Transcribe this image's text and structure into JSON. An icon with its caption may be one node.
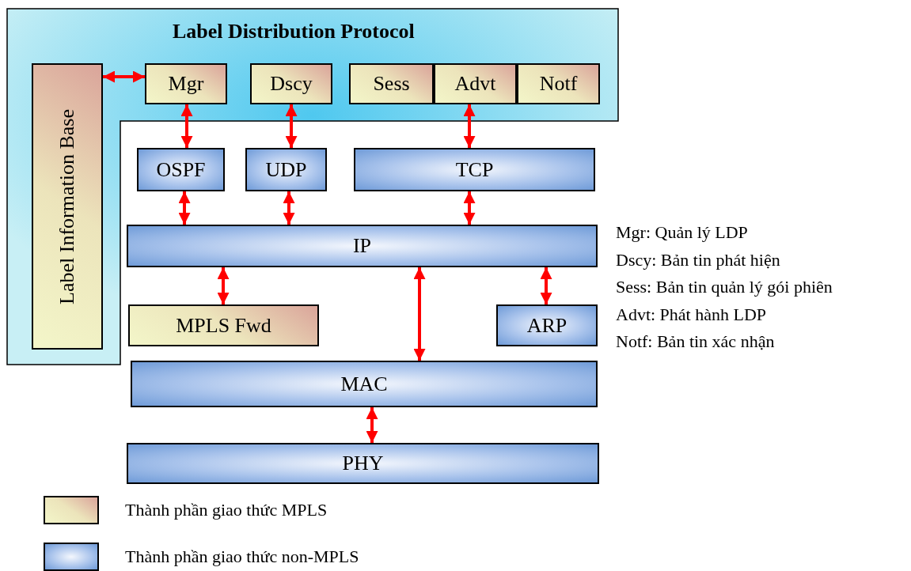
{
  "diagram": {
    "nodes": [
      {
        "text": [
          "Label Distribution Protocol"
        ]
      },
      {
        "text": [
          "Label Information Base"
        ],
        "in": 0
      },
      {
        "text": [
          "Mgr"
        ],
        "in": 0
      },
      {
        "text": [
          "Dscy"
        ],
        "in": 0
      },
      {
        "text": [
          "Sess"
        ],
        "in": 0
      },
      {
        "text": [
          "Advt"
        ],
        "in": 0
      },
      {
        "text": [
          "Notf"
        ],
        "in": 0
      },
      {
        "text": [
          "OSPF"
        ]
      },
      {
        "text": [
          "UDP"
        ]
      },
      {
        "text": [
          "TCP"
        ]
      },
      {
        "text": [
          "IP"
        ]
      },
      {
        "text": [
          "MPLS Fwd"
        ]
      },
      {
        "text": [
          "ARP"
        ]
      },
      {
        "text": [
          "MAC"
        ]
      },
      {
        "text": [
          "PHY"
        ]
      }
    ],
    "edges": [
      {
        "from": 1,
        "to": 2,
        "arrow": "both"
      },
      {
        "from": 2,
        "to": 7,
        "arrow": "both"
      },
      {
        "from": 3,
        "to": 8,
        "arrow": "both"
      },
      {
        "from": 5,
        "to": 9,
        "arrow": "both"
      },
      {
        "from": 7,
        "to": 10,
        "arrow": "both"
      },
      {
        "from": 8,
        "to": 10,
        "arrow": "both"
      },
      {
        "from": 9,
        "to": 10,
        "arrow": "both"
      },
      {
        "from": 10,
        "to": 11,
        "arrow": "both"
      },
      {
        "from": 10,
        "to": 13,
        "arrow": "both"
      },
      {
        "from": 10,
        "to": 12,
        "arrow": "both"
      },
      {
        "from": 13,
        "to": 14,
        "arrow": "both"
      }
    ],
    "labels": [
      "Mgr: Quản lý LDP",
      "Dscy: Bản tin phát hiện",
      "Sess: Bản tin quản lý gói phiên",
      "Advt: Phát hành LDP",
      "Notf: Bản tin xác nhận"
    ],
    "legend": [
      {
        "text": "Thành phần giao thức MPLS",
        "color": "#ece9bd"
      },
      {
        "text": "Thành phần giao thức non-MPLS",
        "color": "#6f9bd8"
      }
    ]
  }
}
